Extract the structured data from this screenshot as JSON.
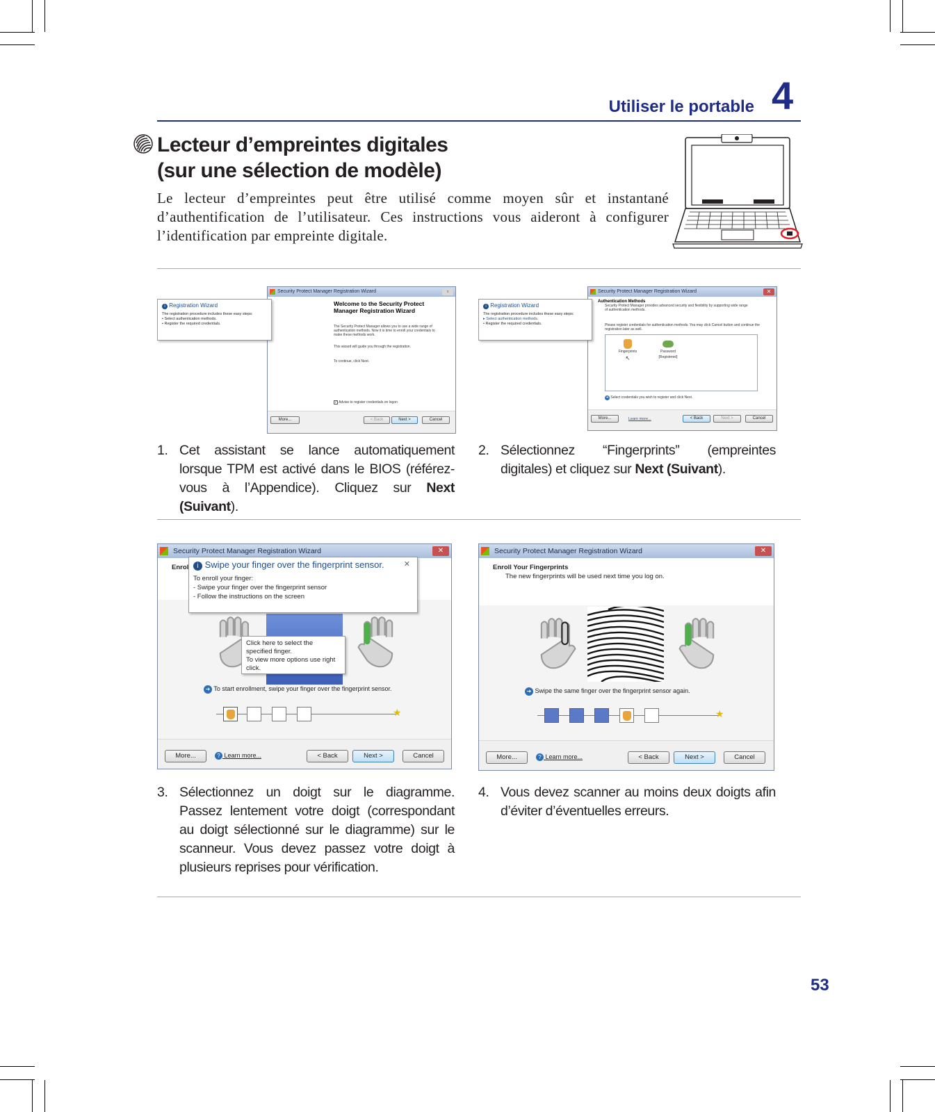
{
  "header": {
    "chapter_title": "Utiliser le portable",
    "chapter_number": "4"
  },
  "section": {
    "title_line1": "Lecteur d’empreintes digitales",
    "title_line2": "(sur une sélection de modèle)",
    "intro": "Le lecteur d’empreintes peut être utilisé comme moyen sûr et instantané d’authentification de l’utilisateur. Ces instructions vous aideront à configurer l’identification par empreinte digitale."
  },
  "steps": [
    {
      "number": "1.",
      "text_a": "Cet assistant se lance automatiquement lorsque TPM est activé dans le BIOS (référez-vous à l’Appendice). Cliquez sur ",
      "bold": "Next (Suivant",
      "text_b": ")."
    },
    {
      "number": "2.",
      "text_a": "Sélectionnez “Fingerprints” (empreintes digitales) et cliquez sur ",
      "bold": "Next (Suivant",
      "text_b": ")."
    },
    {
      "number": "3.",
      "text_a": "Sélectionnez un doigt sur le diagramme. Passez lentement votre doigt (correspondant au doigt sélectionné sur le diagramme) sur le scanneur. Vous devez passez votre doigt à plusieurs reprises pour vérification."
    },
    {
      "number": "4.",
      "text_a": "Vous devez scanner au moins deux doigts afin d’éviter d’éventuelles erreurs."
    }
  ],
  "screenshots": {
    "s1": {
      "bubble_title": "Registration Wizard",
      "bubble_intro": "The registration procedure includes these easy steps:",
      "bubble_items": [
        "Select authentication methods.",
        "Register the required credentials."
      ],
      "window_title": "Security Protect Manager Registration Wizard",
      "welcome_title": "Welcome to the Security Protect Manager Registration Wizard",
      "body1": "The Security Protect Manager allows you to use a wide range of authentication methods. Now it is time to enroll your credentials to make these methods work.",
      "body2": "This wizard will guide you through the registration.",
      "body3": "To continue, click Next.",
      "checkbox": "Advise to register credentials on logon",
      "btn_more": "More...",
      "btn_back": "< Back",
      "btn_next": "Next >",
      "btn_cancel": "Cancel"
    },
    "s2": {
      "bubble_title": "Registration Wizard",
      "bubble_intro": "The registration procedure includes these easy steps:",
      "bubble_items": [
        "Select authentication methods.",
        "Register the required credentials."
      ],
      "window_title": "Security Protect Manager Registration Wizard",
      "heading": "Authentication Methods",
      "sub": "Security Protect Manager provides advanced security and flexibility by supporting wide range of authentication methods.",
      "body": "Please register credentials for authentication methods. You may click Cancel button and continue the registration later as well.",
      "opt1": "Fingerprints",
      "opt2": "Password [Registered]",
      "hint": "Select credentials you wish to register and click Next.",
      "btn_more": "More...",
      "learn": "Learn more...",
      "btn_back": "< Back",
      "btn_next": "Next >",
      "btn_cancel": "Cancel"
    },
    "s3": {
      "window_title": "Security Protect Manager Registration Wizard",
      "enroll_fragment": "Enrol",
      "bubble_title": "Swipe your finger over the fingerprint sensor.",
      "bubble_lines": [
        "To enroll your finger:",
        " - Swipe your finger over the fingerprint sensor",
        " - Follow the instructions on the screen"
      ],
      "tip_lines": [
        "Click here to select the specified finger.",
        "To view more options use right click."
      ],
      "hint": "To start enrollment, swipe your finger over the fingerprint sensor.",
      "btn_more": "More...",
      "learn": "Learn more...",
      "btn_back": "< Back",
      "btn_next": "Next >",
      "btn_cancel": "Cancel"
    },
    "s4": {
      "window_title": "Security Protect Manager Registration Wizard",
      "heading": "Enroll Your Fingerprints",
      "sub": "The new fingerprints will be used next time you log on.",
      "hint": "Swipe the same finger over the fingerprint sensor again.",
      "btn_more": "More...",
      "learn": "Learn more...",
      "btn_back": "< Back",
      "btn_next": "Next >",
      "btn_cancel": "Cancel"
    }
  },
  "page_number": "53",
  "colors": {
    "accent": "#1e2b88",
    "rule": "#a7a9ac",
    "text": "#231f20"
  }
}
